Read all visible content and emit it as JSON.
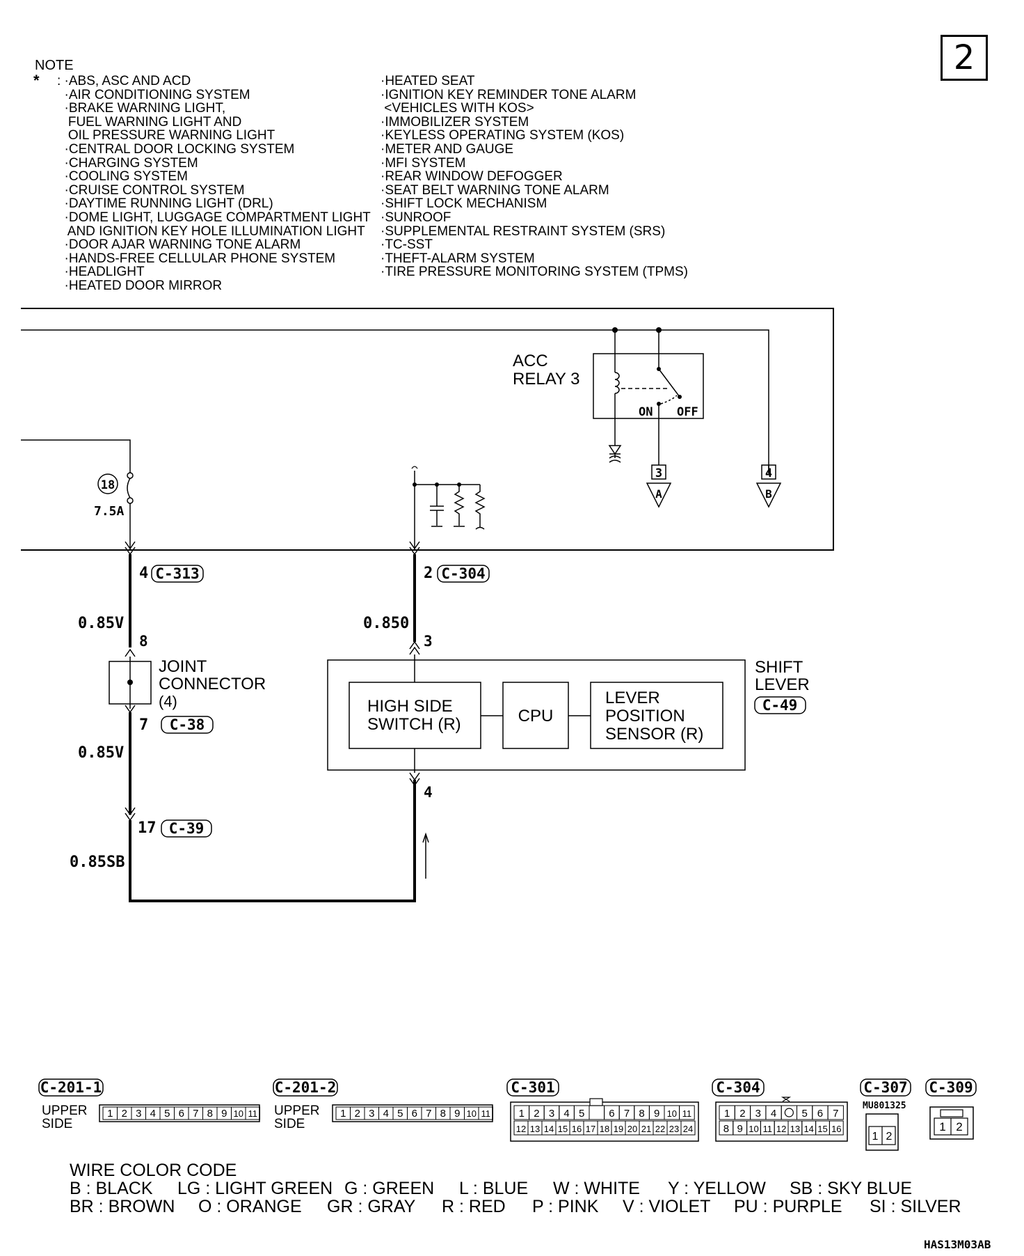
{
  "page_number": "2",
  "note": {
    "title": "NOTE",
    "asterisk": "*",
    "col1": [
      ": ·ABS, ASC AND ACD",
      "  ·AIR CONDITIONING SYSTEM",
      "  ·BRAKE WARNING LIGHT,",
      "   FUEL WARNING LIGHT AND",
      "   OIL PRESSURE WARNING LIGHT",
      "  ·CENTRAL DOOR LOCKING SYSTEM",
      "  ·CHARGING SYSTEM",
      "  ·COOLING SYSTEM",
      "  ·CRUISE CONTROL SYSTEM",
      "  ·DAYTIME RUNNING LIGHT (DRL)",
      "  ·DOME LIGHT, LUGGAGE COMPARTMENT LIGHT",
      "   AND IGNITION KEY HOLE ILLUMINATION LIGHT",
      "  ·DOOR AJAR WARNING TONE ALARM",
      "  ·HANDS-FREE CELLULAR PHONE SYSTEM",
      "  ·HEADLIGHT",
      "  ·HEATED DOOR MIRROR"
    ],
    "col2": [
      "·HEATED SEAT",
      "·IGNITION KEY REMINDER TONE ALARM",
      " <VEHICLES WITH KOS>",
      "·IMMOBILIZER SYSTEM",
      "·KEYLESS OPERATING SYSTEM (KOS)",
      "·METER AND GAUGE",
      "·MFI SYSTEM",
      "·REAR WINDOW DEFOGGER",
      "·SEAT BELT WARNING TONE ALARM",
      "·SHIFT LOCK MECHANISM",
      "·SUNROOF",
      "·SUPPLEMENTAL RESTRAINT SYSTEM (SRS)",
      "·TC-SST",
      "·THEFT-ALARM SYSTEM",
      "·TIRE PRESSURE MONITORING SYSTEM (TPMS)"
    ]
  },
  "relay": {
    "label_line1": "ACC",
    "label_line2": "RELAY 3",
    "on": "ON",
    "off": "OFF"
  },
  "terminals": {
    "t3": "3",
    "tA": "A",
    "t4": "4",
    "tB": "B"
  },
  "fuse": {
    "number": "18",
    "rating": "7.5A"
  },
  "connectors": {
    "c313": {
      "pin": "4",
      "name": "C-313"
    },
    "c304": {
      "pin": "2",
      "name": "C-304"
    },
    "c38": {
      "pin": "7",
      "name": "C-38"
    },
    "c39": {
      "pin": "17",
      "name": "C-39"
    },
    "joint_pin_top": "8",
    "joint_label1": "JOINT",
    "joint_label2": "CONNECTOR",
    "joint_label3": "(4)"
  },
  "wires": {
    "w1": "0.85V",
    "w2": "0.85V",
    "w3": "0.85SB",
    "w4": "0.850"
  },
  "shift_lever": {
    "title1": "SHIFT",
    "title2": "LEVER",
    "connector": "C-49",
    "pin_top": "3",
    "pin_bottom": "4",
    "high_side1": "HIGH SIDE",
    "high_side2": "SWITCH (R)",
    "cpu": "CPU",
    "lever1": "LEVER",
    "lever2": "POSITION",
    "lever3": "SENSOR (R)"
  },
  "connector_views": {
    "c2011": {
      "name": "C-201-1",
      "side1": "UPPER",
      "side2": "SIDE",
      "pins": [
        "1",
        "2",
        "3",
        "4",
        "5",
        "6",
        "7",
        "8",
        "9",
        "10",
        "11"
      ]
    },
    "c2012": {
      "name": "C-201-2",
      "side1": "UPPER",
      "side2": "SIDE",
      "pins": [
        "1",
        "2",
        "3",
        "4",
        "5",
        "6",
        "7",
        "8",
        "9",
        "10",
        "11"
      ]
    },
    "c301": {
      "name": "C-301",
      "row1": [
        "1",
        "2",
        "3",
        "4",
        "5",
        "",
        "6",
        "7",
        "8",
        "9",
        "10",
        "11"
      ],
      "row2": [
        "12",
        "13",
        "14",
        "15",
        "16",
        "17",
        "18",
        "19",
        "20",
        "21",
        "22",
        "23",
        "24"
      ]
    },
    "c304": {
      "name": "C-304",
      "row1": [
        "1",
        "2",
        "3",
        "4",
        "",
        "5",
        "6",
        "7"
      ],
      "row2": [
        "8",
        "9",
        "10",
        "11",
        "12",
        "13",
        "14",
        "15",
        "16"
      ]
    },
    "c307": {
      "name": "C-307",
      "part": "MU801325",
      "pins": [
        "1",
        "2"
      ]
    },
    "c309": {
      "name": "C-309",
      "pins": [
        "1",
        "2"
      ]
    }
  },
  "wire_color_code": {
    "title": "WIRE COLOR CODE",
    "row1": [
      "B : BLACK",
      "LG : LIGHT GREEN",
      "G : GREEN",
      "L : BLUE",
      "W : WHITE",
      "Y : YELLOW",
      "SB : SKY BLUE"
    ],
    "row2": [
      "BR : BROWN",
      "O : ORANGE",
      "GR : GRAY",
      "R : RED",
      "P : PINK",
      "V : VIOLET",
      "PU : PURPLE",
      "SI : SILVER"
    ]
  },
  "doc_code": "HAS13M03AB"
}
